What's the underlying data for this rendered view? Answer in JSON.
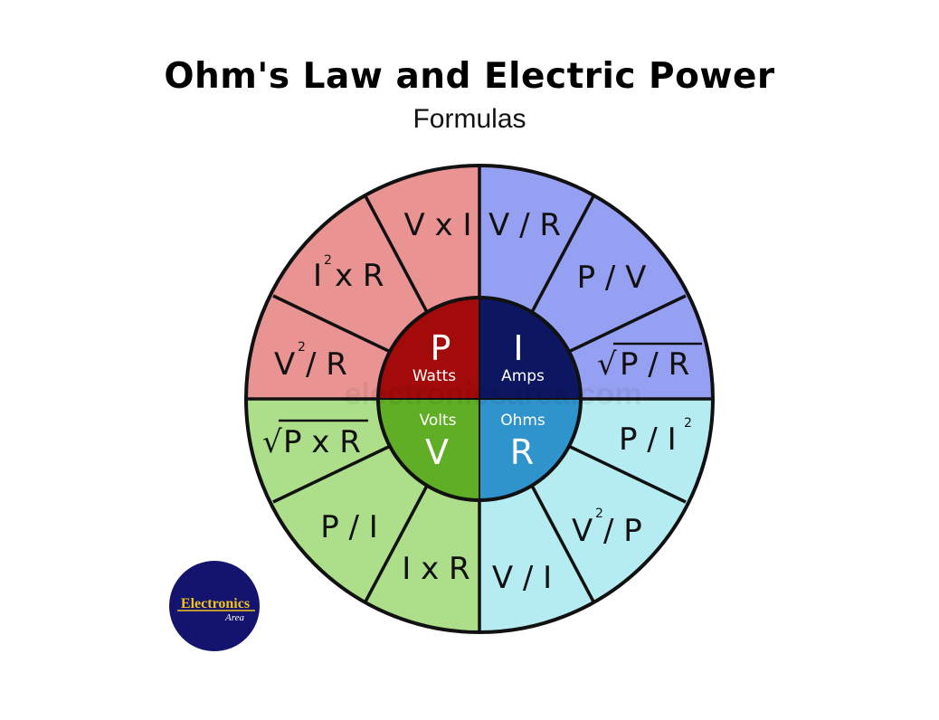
{
  "title": "Ohm's Law and Electric Power",
  "subtitle": "Formulas",
  "watermark": "electronicsarea.com",
  "colors": {
    "power_outer": "#e99393",
    "power_center": "#a30a0a",
    "current_outer": "#96a0f2",
    "current_center": "#0d1660",
    "resistance_outer": "#b4ecf2",
    "resistance_center": "#2f93cc",
    "voltage_outer": "#addf8a",
    "voltage_center": "#5fae25",
    "logo_bg": "#14146e"
  },
  "center": {
    "power": {
      "symbol": "P",
      "unit": "Watts"
    },
    "current": {
      "symbol": "I",
      "unit": "Amps"
    },
    "voltage": {
      "symbol": "V",
      "unit": "Volts"
    },
    "resistance": {
      "symbol": "R",
      "unit": "Ohms"
    }
  },
  "formulas": {
    "power": {
      "vi": "V x I",
      "i2r_base": "I",
      "i2r_exp": "2",
      "i2r_rest": "x R",
      "v2r_base": "V",
      "v2r_exp": "2",
      "v2r_rest": "/ R"
    },
    "current": {
      "vr": "V / R",
      "pv": "P / V",
      "sqrt_sign": "√",
      "sqrt_pr": "P / R"
    },
    "resistance": {
      "pi2_base": "P / I",
      "pi2_exp": "2",
      "v2p_base": "V",
      "v2p_exp": "2",
      "v2p_rest": "/ P",
      "vi": "V / I"
    },
    "voltage": {
      "ir": "I x R",
      "pi": "P / I",
      "sqrt_sign": "√",
      "sqrt_pxr": "P x R"
    }
  },
  "logo": {
    "line1": "Electronics",
    "line2": "Area"
  }
}
